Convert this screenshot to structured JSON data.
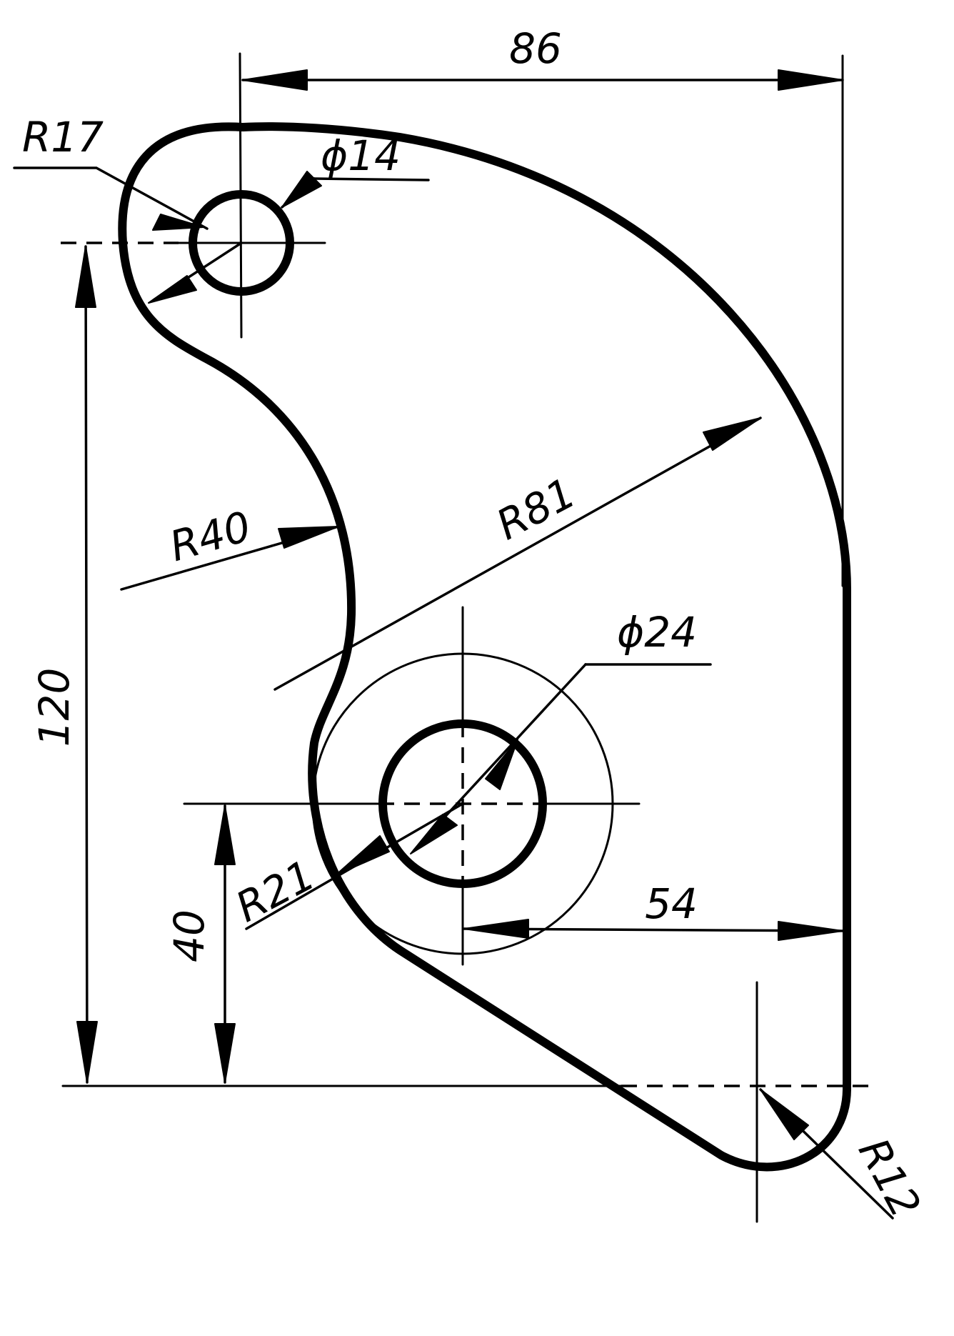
{
  "dimensions": {
    "width_86": "86",
    "height_120": "120",
    "height_40": "40",
    "offset_54": "54",
    "radius_17": "R17",
    "radius_40": "R40",
    "radius_81": "R81",
    "radius_21": "R21",
    "radius_12": "R12",
    "diameter_14": "ϕ14",
    "diameter_24": "ϕ24"
  },
  "colors": {
    "line": "#000000",
    "paper": "#ffffff"
  }
}
